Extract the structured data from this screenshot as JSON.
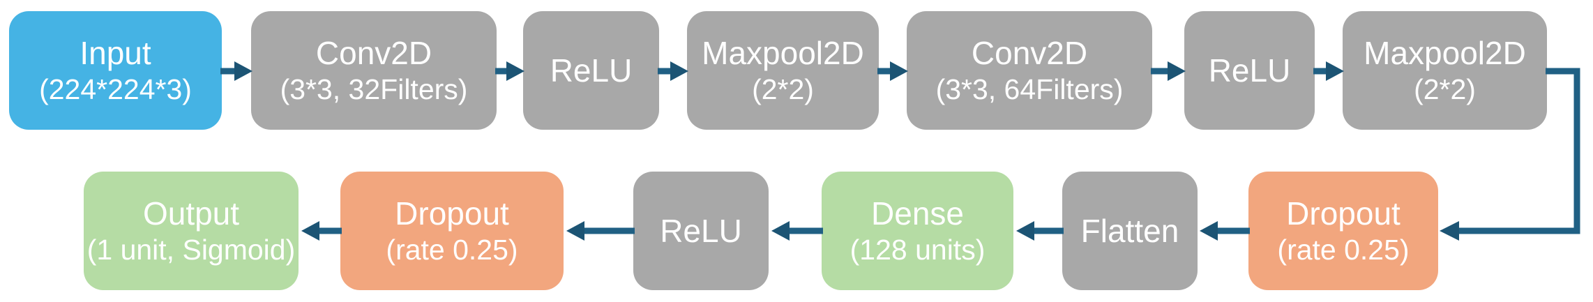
{
  "diagram": {
    "description": "CNN architecture flow diagram, two rows of rounded layer blocks connected by arrows",
    "colors": {
      "input_block": "#45b3e4",
      "layer_block": "#a8a8a8",
      "dropout_block": "#f2a67e",
      "dense_output_block": "#b5dca4",
      "arrow": "#206084",
      "text": "#ffffff",
      "background": "#ffffff"
    },
    "nodes": [
      {
        "id": "input",
        "title": "Input",
        "subtitle": "(224*224*3)"
      },
      {
        "id": "conv1",
        "title": "Conv2D",
        "subtitle": "(3*3, 32Filters)"
      },
      {
        "id": "relu1",
        "title": "ReLU",
        "subtitle": ""
      },
      {
        "id": "maxpool1",
        "title": "Maxpool2D",
        "subtitle": "(2*2)"
      },
      {
        "id": "conv2",
        "title": "Conv2D",
        "subtitle": "(3*3, 64Filters)"
      },
      {
        "id": "relu2",
        "title": "ReLU",
        "subtitle": ""
      },
      {
        "id": "maxpool2",
        "title": "Maxpool2D",
        "subtitle": "(2*2)"
      },
      {
        "id": "dropout1",
        "title": "Dropout",
        "subtitle": "(rate 0.25)"
      },
      {
        "id": "flatten",
        "title": "Flatten",
        "subtitle": ""
      },
      {
        "id": "dense",
        "title": "Dense",
        "subtitle": "(128 units)"
      },
      {
        "id": "relu3",
        "title": "ReLU",
        "subtitle": ""
      },
      {
        "id": "dropout2",
        "title": "Dropout",
        "subtitle": "(rate 0.25)"
      },
      {
        "id": "output",
        "title": "Output",
        "subtitle": "(1 unit, Sigmoid)"
      }
    ],
    "edges": [
      [
        "input",
        "conv1"
      ],
      [
        "conv1",
        "relu1"
      ],
      [
        "relu1",
        "maxpool1"
      ],
      [
        "maxpool1",
        "conv2"
      ],
      [
        "conv2",
        "relu2"
      ],
      [
        "relu2",
        "maxpool2"
      ],
      [
        "maxpool2",
        "dropout1"
      ],
      [
        "dropout1",
        "flatten"
      ],
      [
        "flatten",
        "dense"
      ],
      [
        "dense",
        "relu3"
      ],
      [
        "relu3",
        "dropout2"
      ],
      [
        "dropout2",
        "output"
      ]
    ]
  }
}
